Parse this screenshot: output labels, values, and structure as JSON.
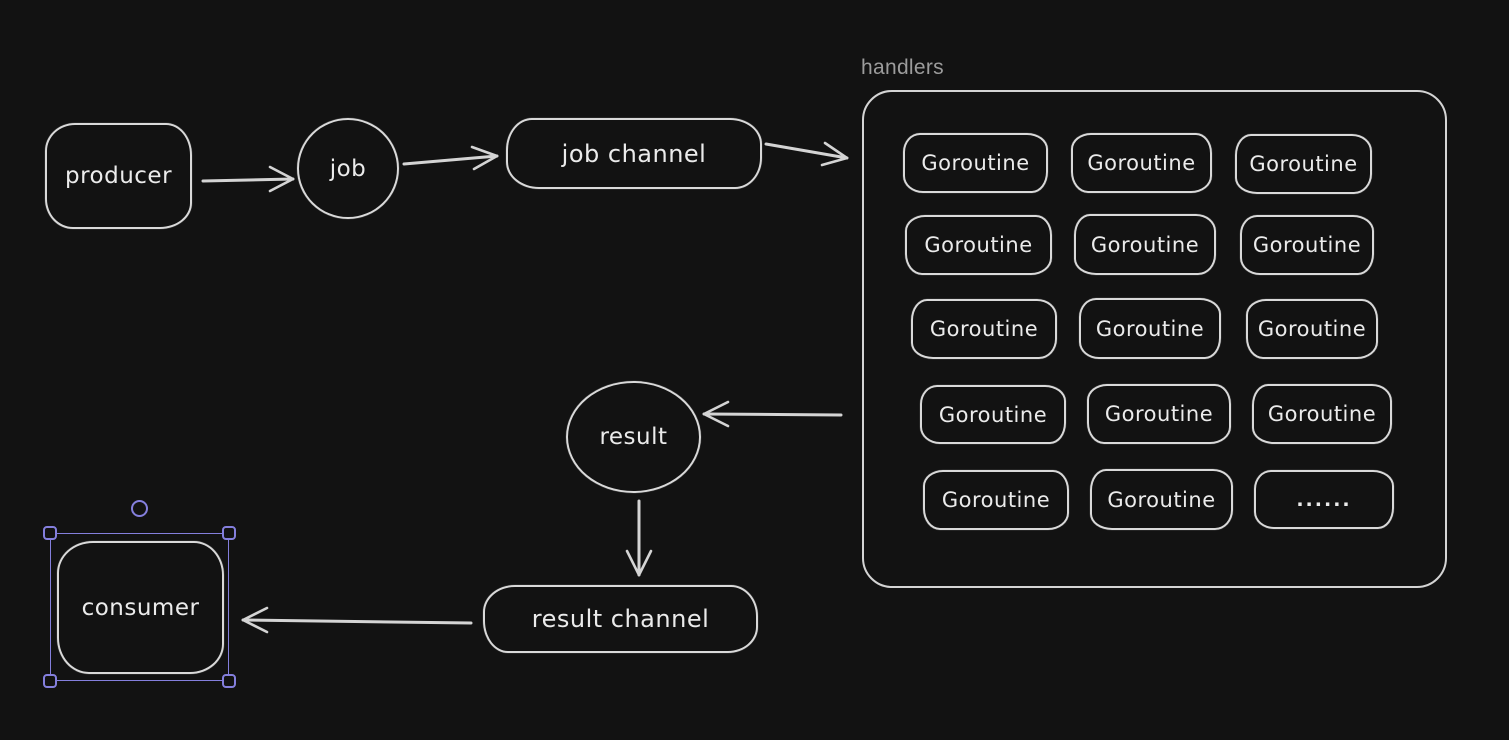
{
  "app": {
    "name": "whiteboard-canvas"
  },
  "colors": {
    "background": "#121212",
    "stroke": "#d9d9d9",
    "text": "#ebebeb",
    "frame_label": "#9c9c9c",
    "selection": "#847fdd"
  },
  "nodes": {
    "producer": {
      "label": "producer",
      "shape": "rounded-rect"
    },
    "job": {
      "label": "job",
      "shape": "circle"
    },
    "job_channel": {
      "label": "job channel",
      "shape": "rounded-rect"
    },
    "result": {
      "label": "result",
      "shape": "circle"
    },
    "result_channel": {
      "label": "result channel",
      "shape": "rounded-rect"
    },
    "consumer": {
      "label": "consumer",
      "shape": "rounded-rect",
      "selected": true
    }
  },
  "handlers": {
    "label": "handlers",
    "cells": [
      "Goroutine",
      "Goroutine",
      "Goroutine",
      "Goroutine",
      "Goroutine",
      "Goroutine",
      "Goroutine",
      "Goroutine",
      "Goroutine",
      "Goroutine",
      "Goroutine",
      "Goroutine",
      "Goroutine",
      "Goroutine",
      "......"
    ]
  },
  "edges": [
    {
      "from": "producer",
      "to": "job"
    },
    {
      "from": "job",
      "to": "job_channel"
    },
    {
      "from": "job_channel",
      "to": "handlers"
    },
    {
      "from": "handlers",
      "to": "result"
    },
    {
      "from": "result",
      "to": "result_channel"
    },
    {
      "from": "result_channel",
      "to": "consumer"
    }
  ]
}
